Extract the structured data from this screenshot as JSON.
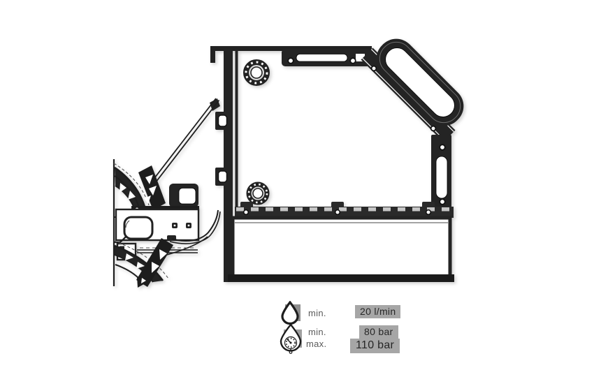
{
  "figure": {
    "kind": "technical-cross-section-diagram",
    "description_visible_text_only": true
  },
  "legend": {
    "flow": {
      "icon": "oil-droplet-icon",
      "min_label": "min.",
      "value": "20 l/min"
    },
    "pressure": {
      "icon": "pressure-gauge-droplet-icon",
      "min_label": "min.",
      "max_label": "max.",
      "min_value": "80 bar",
      "max_value": "110 bar"
    }
  },
  "colors": {
    "line": "#1e1e1e",
    "fill_dark": "#242424",
    "value_highlight": "#a6a6a6",
    "label_text": "#5a5a5a",
    "background": "#ffffff"
  }
}
